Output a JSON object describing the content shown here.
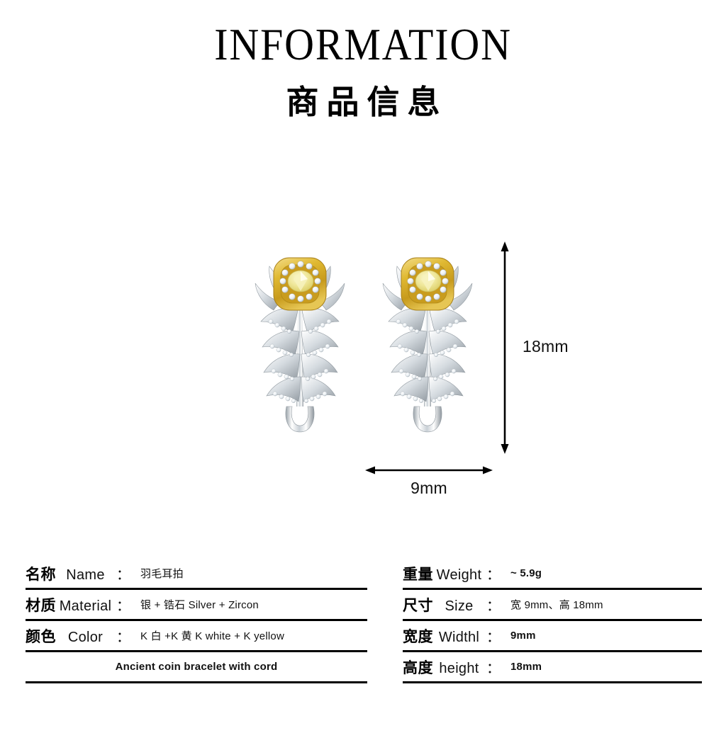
{
  "header": {
    "title_en": "INFORMATION",
    "title_cn": "商品信息"
  },
  "product_image": {
    "alt_name": "feather-earrings-pair",
    "metal_color": "#d9dde1",
    "gold_color": "#d9ad2e",
    "stone_color": "#f2eda2"
  },
  "dimensions": {
    "height_label": "18mm",
    "width_label": "9mm"
  },
  "spec_left": {
    "rows": [
      {
        "label_cn": "名称",
        "label_en": "Name",
        "colon": "：",
        "value": "羽毛耳拍",
        "bold": false
      },
      {
        "label_cn": "材质",
        "label_en": "Material",
        "colon": "：",
        "value": "银 + 锆石 Silver + Zircon",
        "bold": false
      },
      {
        "label_cn": "颜色",
        "label_en": "Color",
        "colon": "：",
        "value": "K 白 +K 黄 K white + K yellow",
        "bold": false
      }
    ],
    "note": "Ancient coin bracelet with cord"
  },
  "spec_right": {
    "rows": [
      {
        "label_cn": "重量",
        "label_en": "Weight",
        "colon": "：",
        "value": "~ 5.9g",
        "bold": true
      },
      {
        "label_cn": "尺寸",
        "label_en": "Size",
        "colon": "：",
        "value": "宽 9mm、高 18mm",
        "bold": false
      },
      {
        "label_cn": "宽度",
        "label_en": "Widthl",
        "colon": "：",
        "value": "9mm",
        "bold": true
      },
      {
        "label_cn": "高度",
        "label_en": "height",
        "colon": "：",
        "value": "18mm",
        "bold": true
      }
    ]
  }
}
